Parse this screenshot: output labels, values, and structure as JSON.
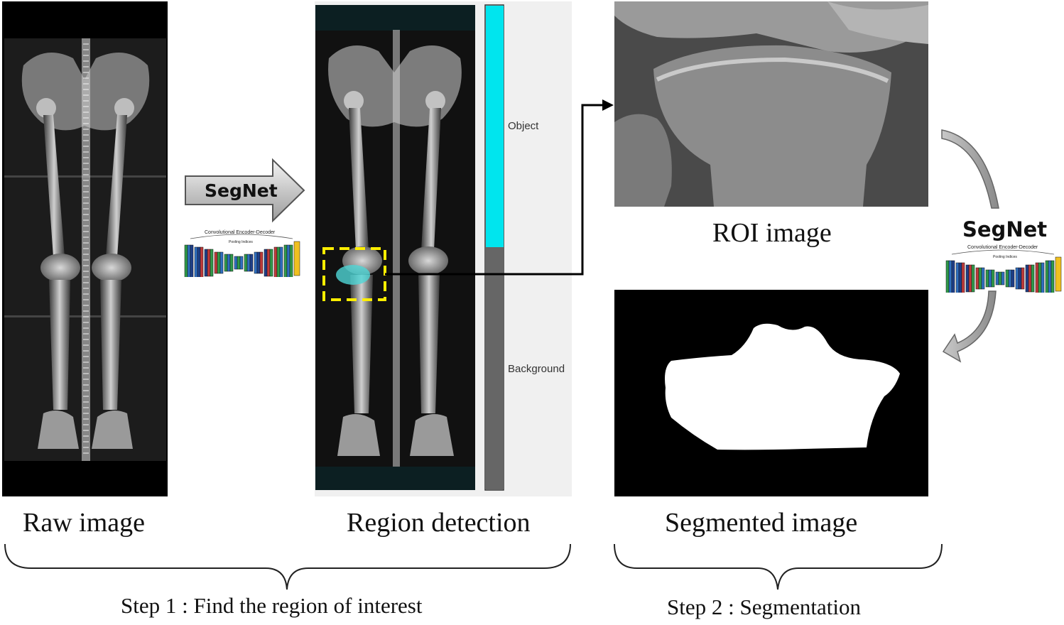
{
  "panels": {
    "raw": {
      "caption": "Raw image"
    },
    "region": {
      "caption": "Region detection",
      "legend": {
        "object_label": "Object",
        "background_label": "Background",
        "object_color": "#00e5ee",
        "background_color": "#666666"
      },
      "roi_box_color": "#ffee00"
    },
    "roi": {
      "caption": "ROI image"
    },
    "segmented": {
      "caption": "Segmented image"
    }
  },
  "segnet_step1": {
    "label": "SegNet",
    "net_title": "Convolutional Encoder-Decoder",
    "net_sub": "Pooling Indices"
  },
  "segnet_step2": {
    "label": "SegNet",
    "net_title": "Convolutional Encoder-Decoder",
    "net_sub": "Pooling Indices"
  },
  "steps": {
    "step1": "Step 1 : Find the region of interest",
    "step2": "Step 2 : Segmentation"
  }
}
